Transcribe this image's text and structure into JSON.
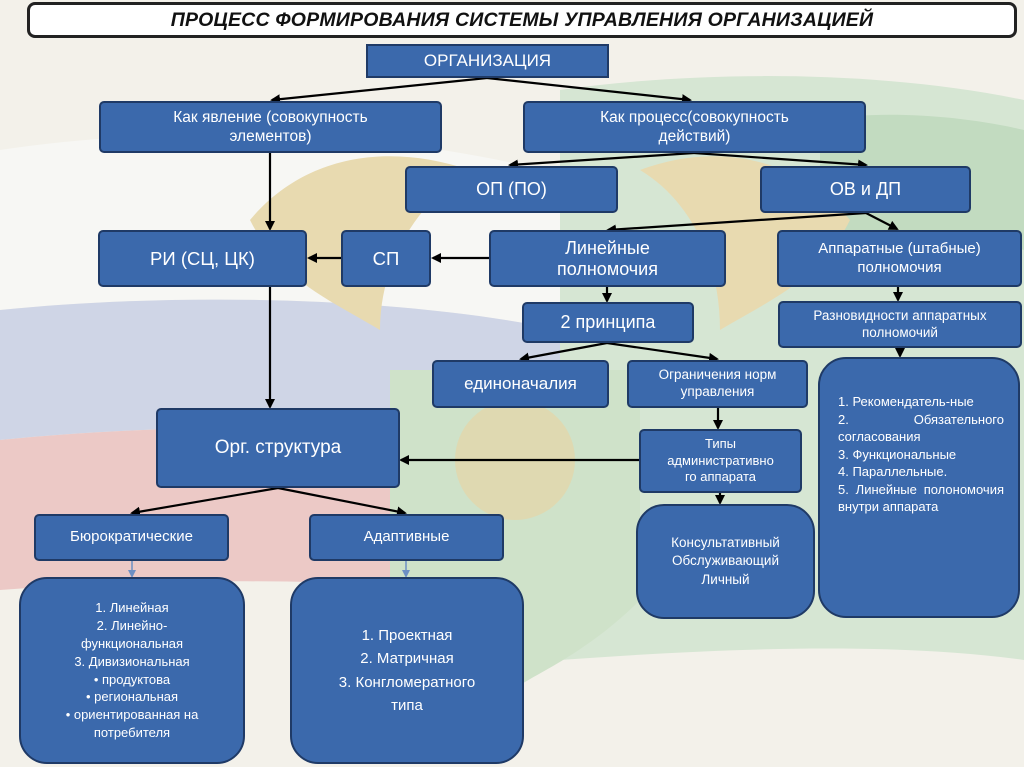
{
  "title": "ПРОЦЕСС ФОРМИРОВАНИЯ СИСТЕМЫ УПРАВЛЕНИЯ ОРГАНИЗАЦИЕЙ",
  "nodes": {
    "organization": "ОРГАНИЗАЦИЯ",
    "as_phenomenon": "Как явление (совокупность\nэлементов)",
    "as_process": "Как процесс(совокупность\nдействий)",
    "op_po": "ОП (ПО)",
    "ov_dp": "ОВ и ДП",
    "ri": "РИ (СЦ, ЦК)",
    "sp": "СП",
    "linear_powers": "Линейные\nполномочия",
    "staff_powers": "Аппаратные (штабные)\nполномочия",
    "two_principles": "2 принципа",
    "staff_power_types": "Разновидности аппаратных\nполномочий",
    "unity_of_command": "единоначалия",
    "control_limits": "Ограничения норм\nуправления",
    "org_structure": "Орг. структура",
    "admin_apparatus_types": "Типы\nадминистративно\nго аппарата",
    "bureaucratic": "Бюрократические",
    "adaptive": "Адаптивные",
    "apparatus_list": "Консультативный\nОбслуживающий\nЛичный",
    "staff_power_list": "1.  Рекомендатель-ные\n2.  Обязательного согласования\n3. Функциональные\n4. Параллельные.\n5.  Линейные полономочия внутри аппарата",
    "bureaucratic_list": "1. Линейная\n2. Линейно-\nфункциональная\n3. Дивизиональная\n•  продуктова\n•  региональная\n•  ориентированная на\nпотребителя",
    "adaptive_list": "1. Проектная\n2. Матричная\n3. Конгломератного\nтипа"
  },
  "colors": {
    "box_fill": "#3b69ac",
    "box_border": "#1f3a66",
    "box_text": "#ffffff",
    "arrow": "#000000"
  }
}
